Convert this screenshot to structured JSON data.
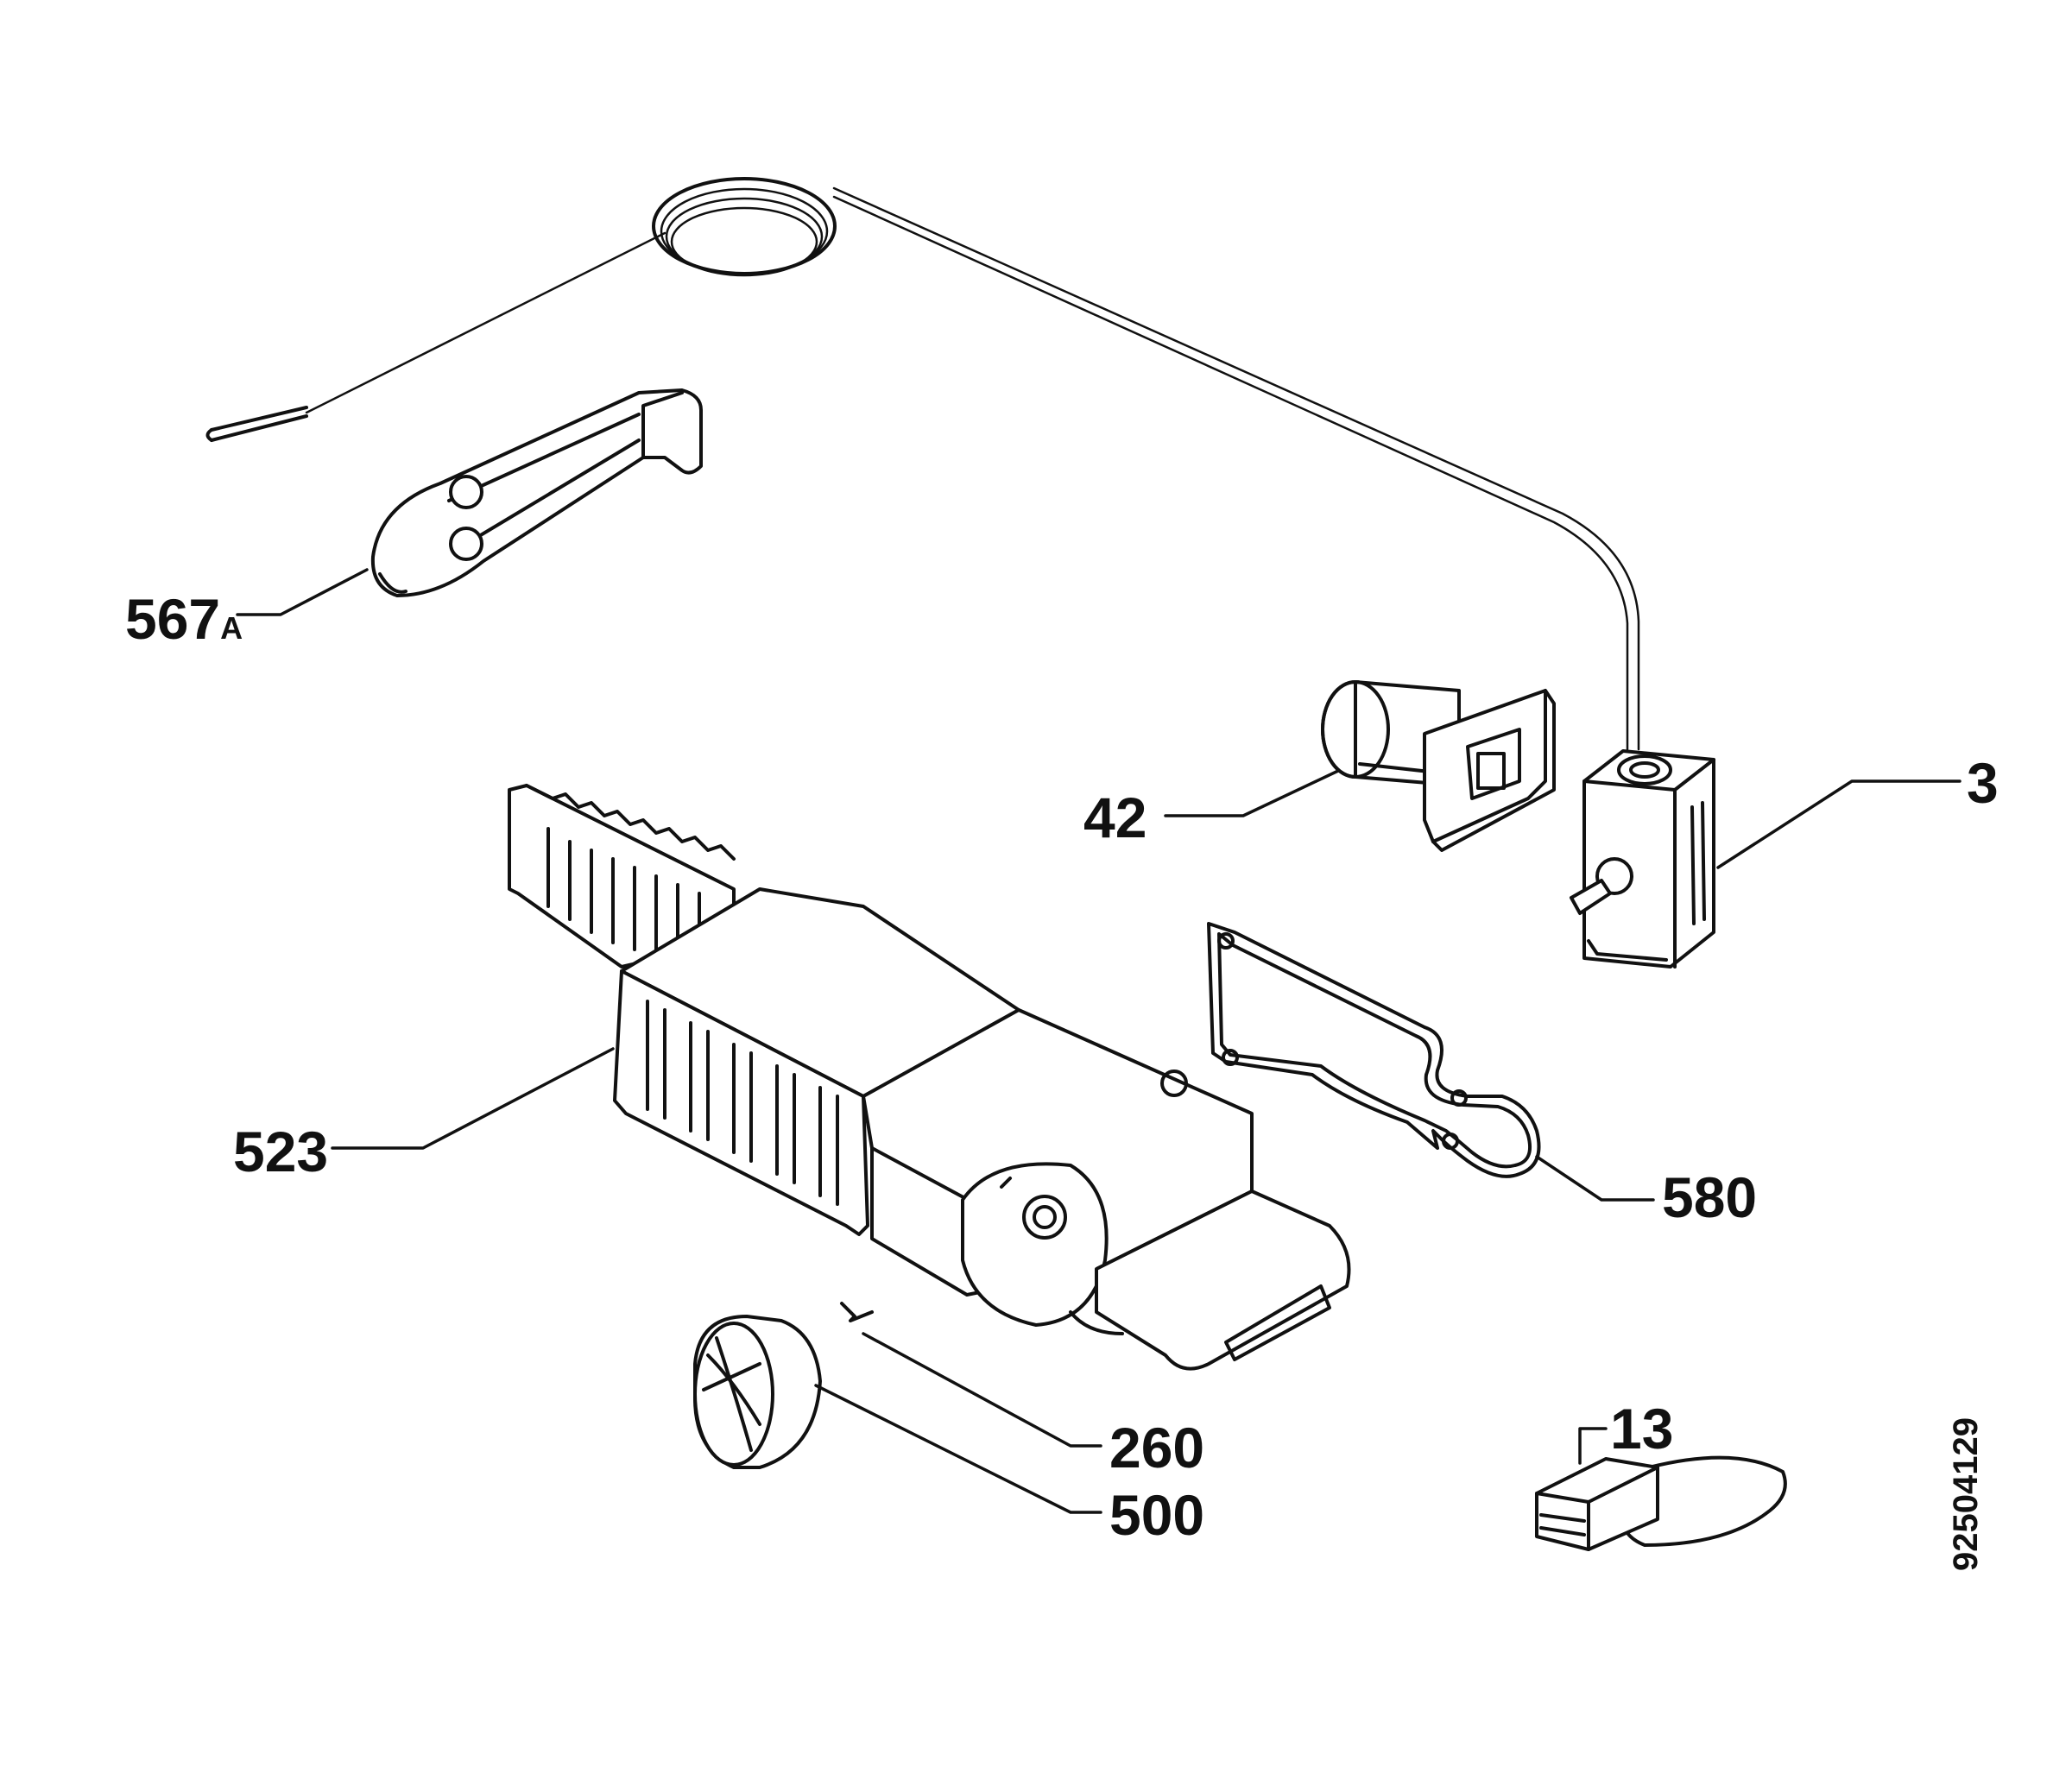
{
  "labels": {
    "p567": "567",
    "p567_suffix": "A",
    "p42": "42",
    "p3": "3",
    "p523": "523",
    "p580": "580",
    "p260": "260",
    "p500": "500",
    "p13": "13"
  },
  "document_number": "92504129"
}
